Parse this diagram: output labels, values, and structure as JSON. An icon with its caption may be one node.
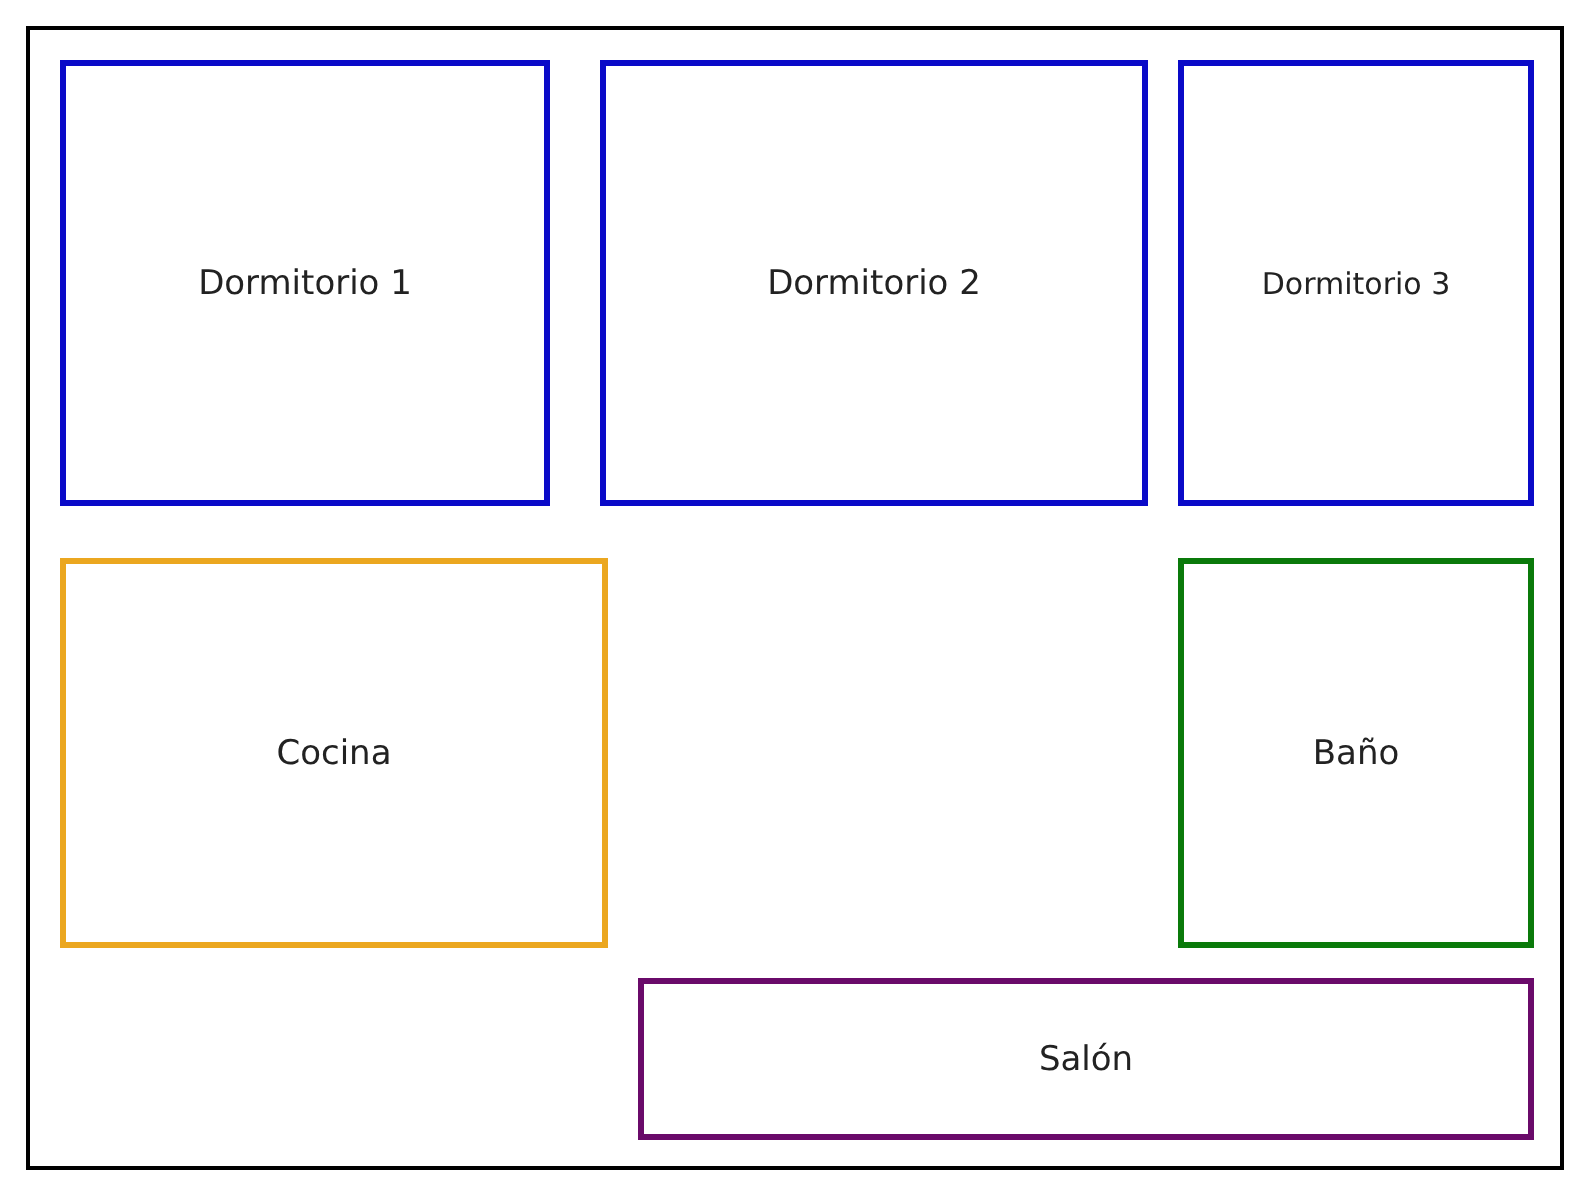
{
  "diagram": {
    "nodes": [
      {
        "text": [
          "Dormitorio 1"
        ]
      },
      {
        "text": [
          "Dormitorio 2"
        ]
      },
      {
        "text": [
          "Dormitorio 3"
        ]
      },
      {
        "text": [
          "Cocina"
        ]
      },
      {
        "text": [
          "Baño"
        ]
      },
      {
        "text": [
          "Salón"
        ]
      }
    ]
  }
}
